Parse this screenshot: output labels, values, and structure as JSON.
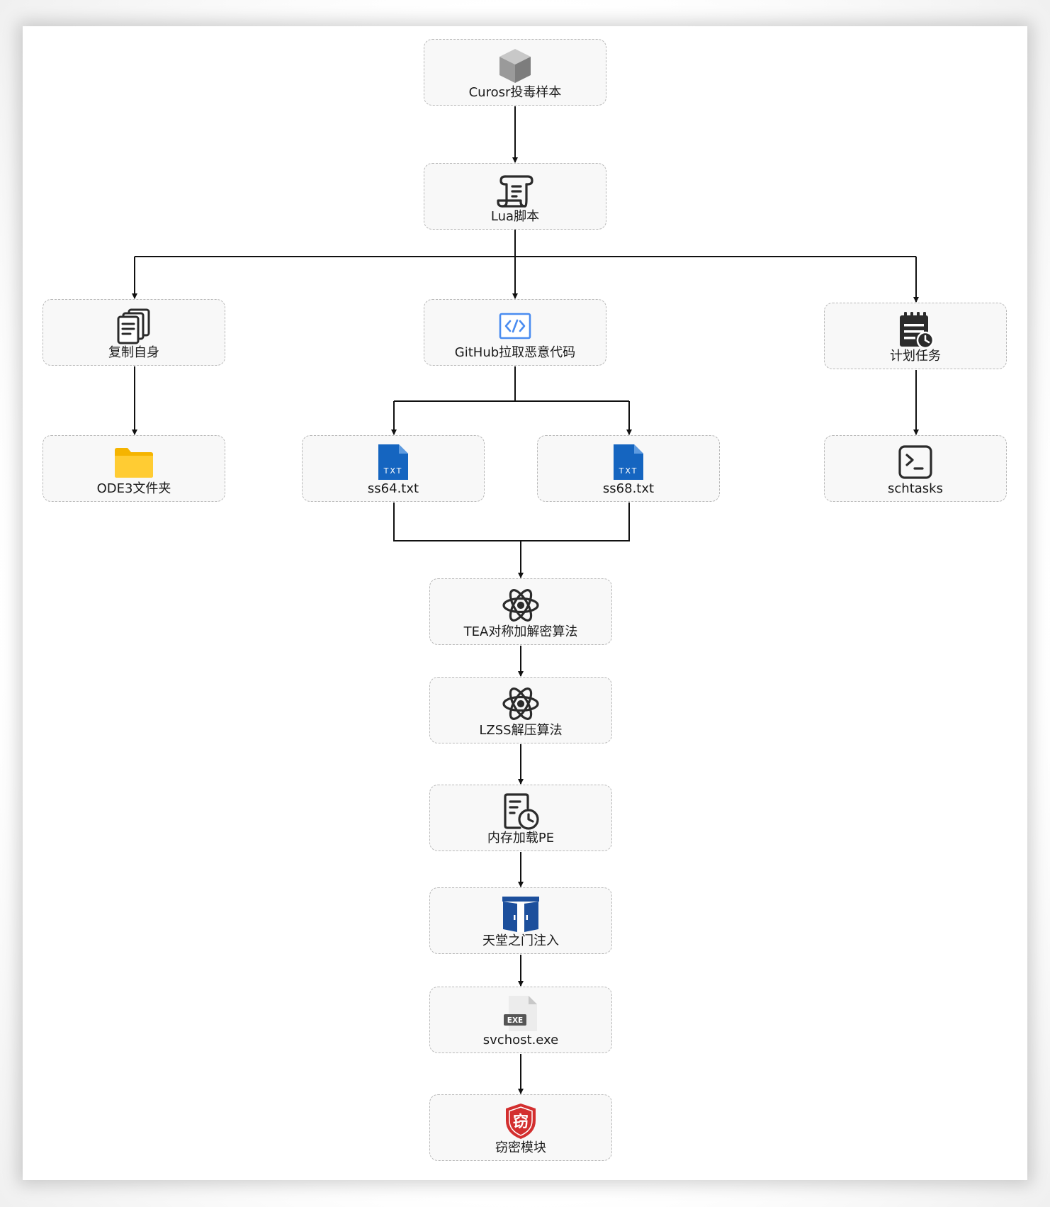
{
  "nodes": {
    "sample": {
      "label": "Curosr投毒样本",
      "icon": "cube-icon"
    },
    "lua": {
      "label": "Lua脚本",
      "icon": "script-scroll-icon"
    },
    "copy": {
      "label": "复制自身",
      "icon": "copy-documents-icon"
    },
    "github": {
      "label": "GitHub拉取恶意代码",
      "icon": "code-icon"
    },
    "schedule": {
      "label": "计划任务",
      "icon": "calendar-clock-icon"
    },
    "folder": {
      "label": "ODE3文件夹",
      "icon": "folder-icon"
    },
    "ss64": {
      "label": "ss64.txt",
      "icon": "txt-file-icon",
      "badge": "TXT"
    },
    "ss68": {
      "label": "ss68.txt",
      "icon": "txt-file-icon",
      "badge": "TXT"
    },
    "schtasks": {
      "label": "schtasks",
      "icon": "terminal-icon"
    },
    "tea": {
      "label": "TEA对称加解密算法",
      "icon": "atom-icon"
    },
    "lzss": {
      "label": "LZSS解压算法",
      "icon": "atom-icon"
    },
    "memload": {
      "label": "内存加载PE",
      "icon": "document-clock-icon"
    },
    "heaven": {
      "label": "天堂之门注入",
      "icon": "door-icon"
    },
    "svchost": {
      "label": "svchost.exe",
      "icon": "exe-file-icon",
      "badge": "EXE"
    },
    "stealer": {
      "label": "窃密模块",
      "icon": "shield-icon",
      "badge": "窃"
    }
  },
  "colors": {
    "txt_blue": "#1565c0",
    "folder_yellow": "#ffcc33",
    "code_blue": "#4a8cf0",
    "door_blue": "#1c4f9c",
    "shield_red": "#d32f2f",
    "cube_gray": "#a0a0a0"
  }
}
